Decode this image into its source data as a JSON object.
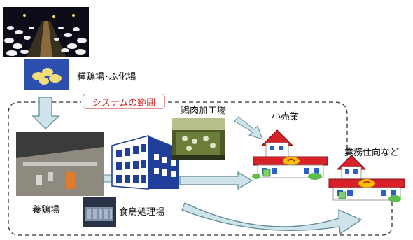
{
  "labels": {
    "breeding": "種鶏場･ふ化場",
    "system_scope": "システムの範囲",
    "processing_plant": "鶏肉加工場",
    "retail": "小売業",
    "business_use": "業務仕向など",
    "broiler_farm": "養鶏場",
    "slaughterhouse": "食鳥処理場"
  },
  "colors": {
    "arrow_fill": "#cfe3ea",
    "arrow_stroke": "#5f8a96",
    "scope_border": "#333333",
    "badge_text": "#d42424",
    "badge_border": "#e58a8a",
    "factory_blue": "#1f3f9a",
    "store_red": "#d8202a",
    "store_yellow": "#f2c100"
  }
}
